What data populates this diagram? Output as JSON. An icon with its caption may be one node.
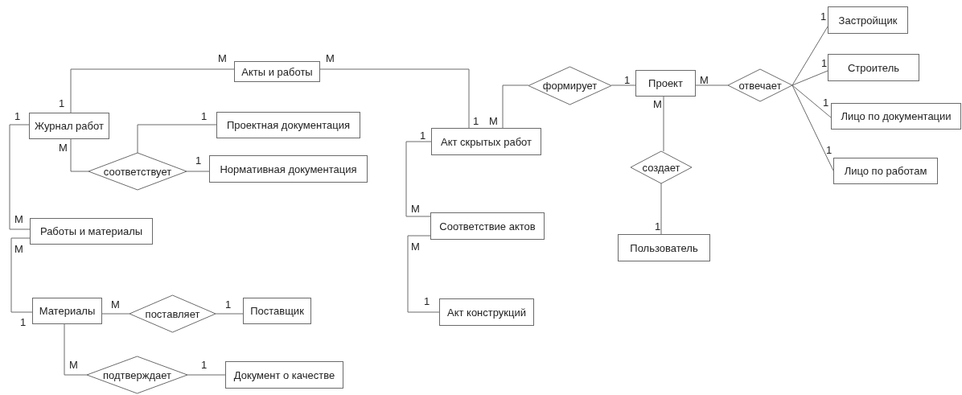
{
  "diagram": {
    "nodes": [
      {
        "text": [
          "Акты и работы"
        ]
      },
      {
        "text": [
          "Журнал работ"
        ]
      },
      {
        "text": [
          "Проектная документация"
        ]
      },
      {
        "text": [
          "соответствует"
        ]
      },
      {
        "text": [
          "Нормативная документация"
        ]
      },
      {
        "text": [
          "Работы и материалы"
        ]
      },
      {
        "text": [
          "Материалы"
        ]
      },
      {
        "text": [
          "поставляет"
        ]
      },
      {
        "text": [
          "Поставщик"
        ]
      },
      {
        "text": [
          "подтверждает"
        ]
      },
      {
        "text": [
          "Документ о качестве"
        ]
      },
      {
        "text": [
          "Акт скрытых работ"
        ]
      },
      {
        "text": [
          "формирует"
        ]
      },
      {
        "text": [
          "Проект"
        ]
      },
      {
        "text": [
          "отвечает"
        ]
      },
      {
        "text": [
          "Застройщик"
        ]
      },
      {
        "text": [
          "Строитель"
        ]
      },
      {
        "text": [
          "Лицо по документации"
        ]
      },
      {
        "text": [
          "Лицо по работам"
        ]
      },
      {
        "text": [
          "создает"
        ]
      },
      {
        "text": [
          "Пользователь"
        ]
      },
      {
        "text": [
          "Соответствие актов"
        ]
      },
      {
        "text": [
          "Акт конструкций"
        ]
      }
    ],
    "edges": [
      {
        "from": 1,
        "to": 0,
        "arrow": "none"
      },
      {
        "from": 0,
        "to": 11,
        "arrow": "none"
      },
      {
        "from": 1,
        "to": 3,
        "arrow": "none"
      },
      {
        "from": 3,
        "to": 2,
        "arrow": "none"
      },
      {
        "from": 3,
        "to": 4,
        "arrow": "none"
      },
      {
        "from": 1,
        "to": 5,
        "arrow": "none"
      },
      {
        "from": 5,
        "to": 6,
        "arrow": "none"
      },
      {
        "from": 6,
        "to": 7,
        "arrow": "none"
      },
      {
        "from": 7,
        "to": 8,
        "arrow": "none"
      },
      {
        "from": 6,
        "to": 9,
        "arrow": "none"
      },
      {
        "from": 9,
        "to": 10,
        "arrow": "none"
      },
      {
        "from": 12,
        "to": 11,
        "arrow": "none"
      },
      {
        "from": 12,
        "to": 13,
        "arrow": "none"
      },
      {
        "from": 13,
        "to": 14,
        "arrow": "none"
      },
      {
        "from": 14,
        "to": 15,
        "arrow": "none"
      },
      {
        "from": 14,
        "to": 16,
        "arrow": "none"
      },
      {
        "from": 14,
        "to": 17,
        "arrow": "none"
      },
      {
        "from": 14,
        "to": 18,
        "arrow": "none"
      },
      {
        "from": 13,
        "to": 19,
        "arrow": "none"
      },
      {
        "from": 19,
        "to": 20,
        "arrow": "none"
      },
      {
        "from": 11,
        "to": 21,
        "arrow": "none"
      },
      {
        "from": 21,
        "to": 22,
        "arrow": "none"
      }
    ],
    "labels": [
      "1",
      "M",
      "M",
      "1",
      "1",
      "M",
      "1",
      "M",
      "1",
      "1",
      "1",
      "1",
      "M",
      "1",
      "M",
      "1",
      "1",
      "M",
      "M",
      "1",
      "M",
      "M",
      "M",
      "1",
      "1",
      "1",
      "M",
      "1"
    ]
  }
}
